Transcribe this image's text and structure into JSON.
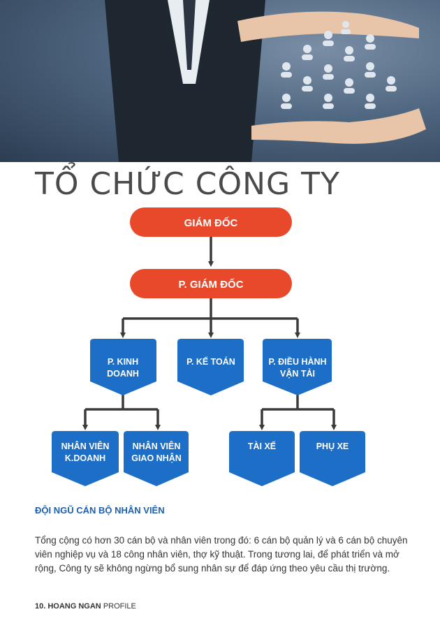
{
  "page": {
    "title": "TỔ CHỨC CÔNG TY",
    "section_heading": "ĐỘI NGŨ CÁN BỘ NHÂN VIÊN",
    "paragraph": "Tổng cộng có hơn 30 cán bộ và nhân viên trong đó: 6 cán bộ quản lý và 6 cán bộ chuyên viên nghiệp vụ và 18 công nhân viên, thợ kỹ thuật. Trong tương lai, để phát triển và mở rộng, Công ty sẽ không ngừng bổ sung nhân sự để đáp ứng theo yêu cầu thị trường.",
    "footer_number": "10. HOANG NGAN",
    "footer_label": "PROFILE"
  },
  "org_chart": {
    "director": "GIÁM ĐỐC",
    "deputy": "P. GIÁM ĐỐC",
    "departments": [
      {
        "line1": "P. KINH",
        "line2": "DOANH"
      },
      {
        "line1": "P. KẾ TOÁN",
        "line2": ""
      },
      {
        "line1": "P. ĐIỀU HÀNH",
        "line2": "VẬN TẢI"
      }
    ],
    "sales_staff": [
      {
        "line1": "NHÂN VIÊN",
        "line2": "K.DOANH"
      },
      {
        "line1": "NHÂN VIÊN",
        "line2": "GIAO NHẬN"
      }
    ],
    "transport_staff": [
      {
        "line1": "TÀI XẾ",
        "line2": ""
      },
      {
        "line1": "PHỤ XE",
        "line2": ""
      }
    ]
  },
  "colors": {
    "orange": "#e8492a",
    "blue": "#1d6ec7",
    "connector": "#3a3a3a"
  }
}
